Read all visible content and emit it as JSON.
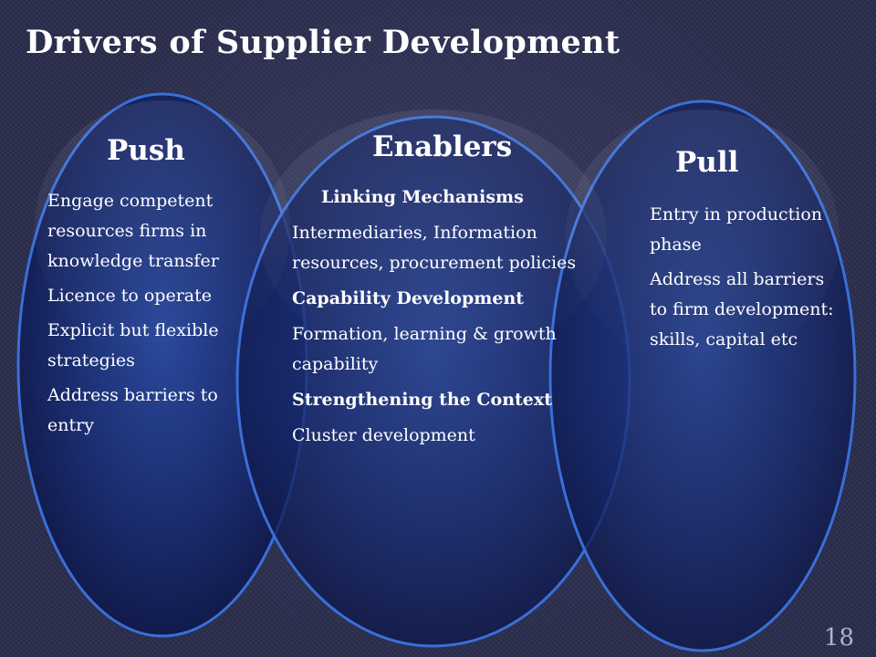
{
  "title": "Drivers of Supplier Development",
  "page_number": "18",
  "colors": {
    "background": "#2a2d4d",
    "ellipse_fill_center": "#2a4aa0",
    "ellipse_fill_edge": "#0c1440",
    "ellipse_stroke": "#3a6fd8"
  },
  "circles": {
    "push": {
      "heading": "Push",
      "items": [
        "Engage competent resources firms in knowledge transfer",
        "Licence to operate",
        "Explicit but flexible strategies",
        "Address barriers to entry"
      ]
    },
    "enablers": {
      "heading": "Enablers",
      "items": [
        {
          "text": "Linking Mechanisms",
          "bold": true
        },
        {
          "text": "Intermediaries, Information resources, procurement policies",
          "bold": false
        },
        {
          "text": "Capability Development",
          "bold": true
        },
        {
          "text": "Formation, learning & growth capability",
          "bold": false
        },
        {
          "text": "Strengthening the Context",
          "bold": true
        },
        {
          "text": "Cluster development",
          "bold": false
        }
      ]
    },
    "pull": {
      "heading": "Pull",
      "items": [
        "Entry in production phase",
        "Address all barriers to firm development: skills, capital etc"
      ]
    }
  }
}
